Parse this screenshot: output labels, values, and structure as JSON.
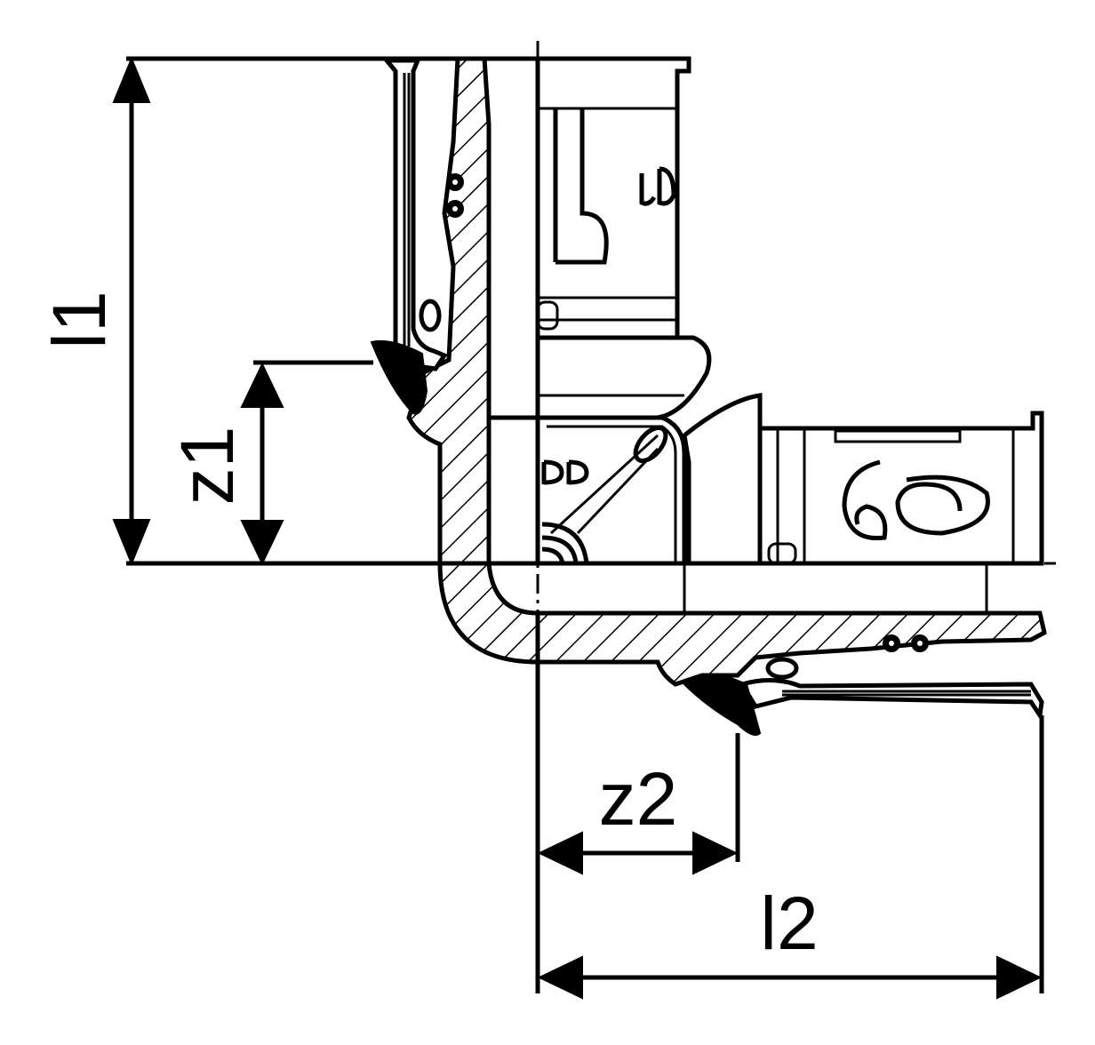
{
  "labels": {
    "l1": "l1",
    "z1": "z1",
    "z2": "z2",
    "l2": "l2"
  },
  "colors": {
    "line": "#000000",
    "background": "#ffffff"
  },
  "icons": [
    "dimension-arrow",
    "hatching",
    "o-ring",
    "grip-ring"
  ]
}
